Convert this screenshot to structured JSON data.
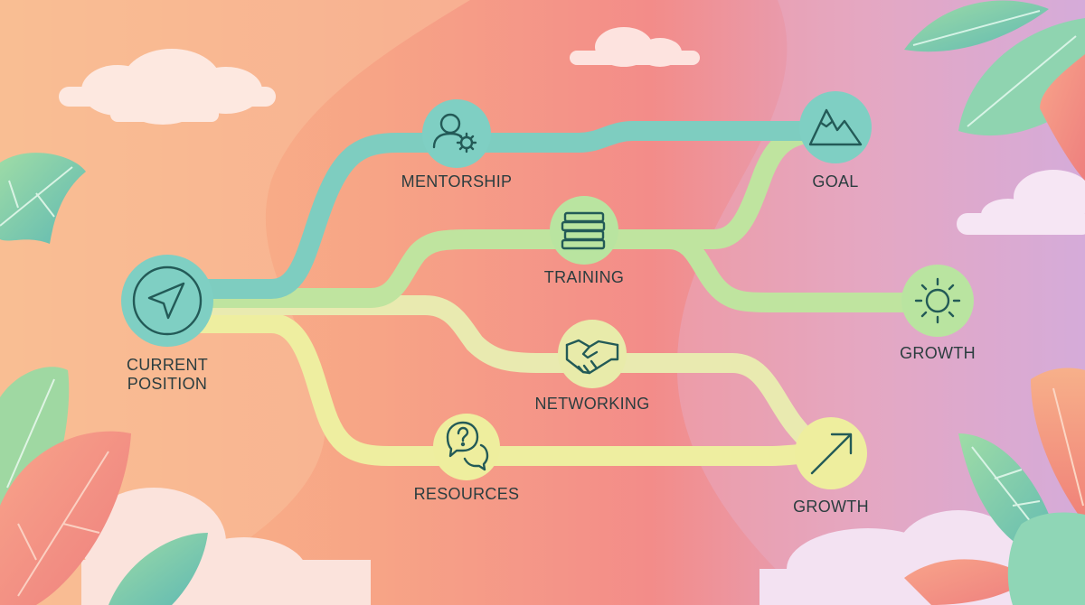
{
  "diagram": {
    "nodes": [
      {
        "id": "current",
        "label_lines": [
          "CURRENT",
          "POSITION"
        ],
        "icon": "navigation-arrow-icon",
        "color": "#7fcfc3"
      },
      {
        "id": "mentorship",
        "label_lines": [
          "MENTORSHIP"
        ],
        "icon": "user-gear-icon",
        "color": "#7fcfc3"
      },
      {
        "id": "goal",
        "label_lines": [
          "GOAL"
        ],
        "icon": "mountain-icon",
        "color": "#7fcfc3"
      },
      {
        "id": "training",
        "label_lines": [
          "TRAINING"
        ],
        "icon": "books-icon",
        "color": "#b9e4a0"
      },
      {
        "id": "growth-sun",
        "label_lines": [
          "GROWTH"
        ],
        "icon": "sun-icon",
        "color": "#b9e4a0"
      },
      {
        "id": "networking",
        "label_lines": [
          "NETWORKING"
        ],
        "icon": "handshake-icon",
        "color": "#e8ebaa"
      },
      {
        "id": "resources",
        "label_lines": [
          "RESOURCES"
        ],
        "icon": "chat-question-icon",
        "color": "#eeee9e"
      },
      {
        "id": "growth-arrow",
        "label_lines": [
          "GROWTH"
        ],
        "icon": "arrow-up-right-icon",
        "color": "#eeee9e"
      }
    ],
    "paths": [
      {
        "id": "teal-path",
        "color": "#7ecdc0",
        "from": "current",
        "via": [
          "mentorship"
        ],
        "to": "goal"
      },
      {
        "id": "green-path",
        "color": "#bfe49f",
        "from": "current",
        "via": [
          "training"
        ],
        "to": "growth-sun"
      },
      {
        "id": "green-branch",
        "color": "#bfe49f",
        "from": "training",
        "via": [],
        "to": "goal"
      },
      {
        "id": "cream-path",
        "color": "#e9eab0",
        "from": "current",
        "via": [
          "networking"
        ],
        "to": "growth-arrow"
      },
      {
        "id": "yellow-path",
        "color": "#eeeea0",
        "from": "current",
        "via": [
          "resources"
        ],
        "to": "growth-arrow"
      }
    ]
  }
}
